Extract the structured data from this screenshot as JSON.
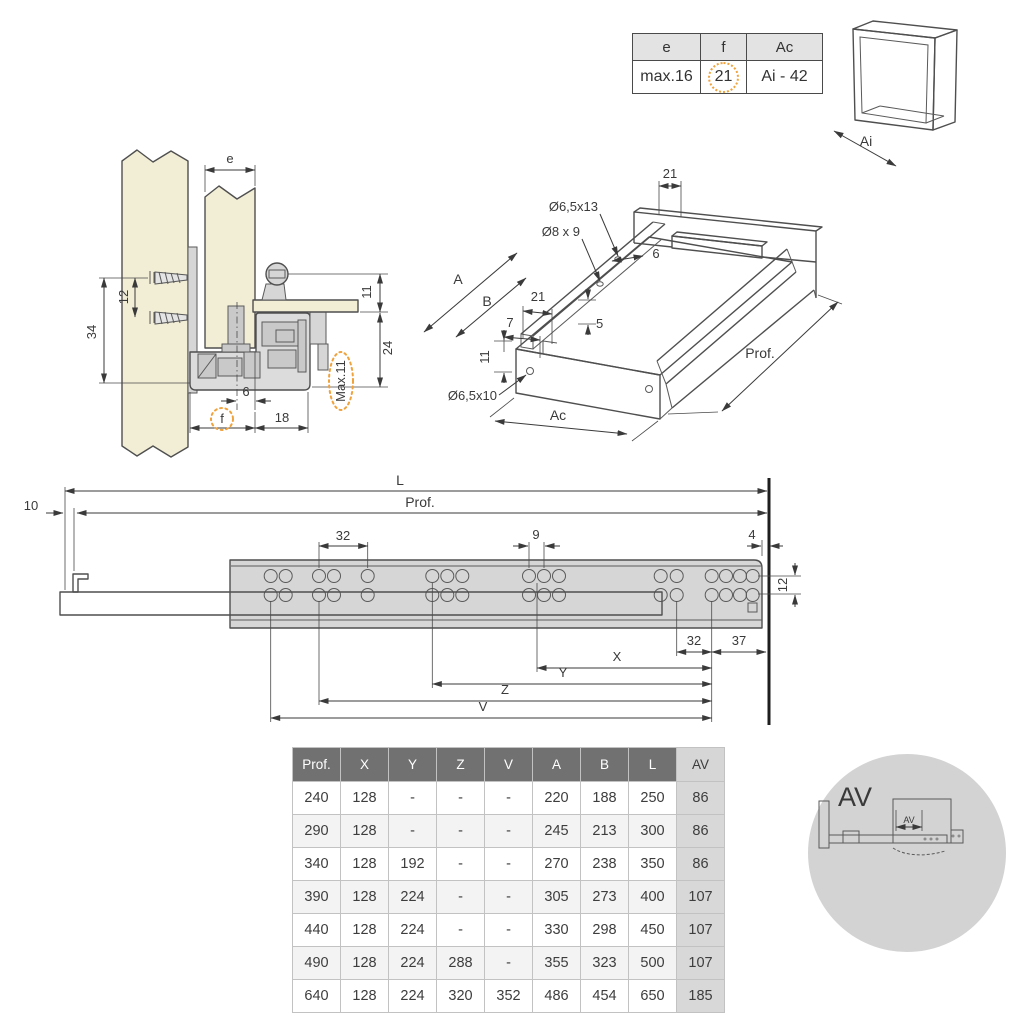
{
  "spec_table": {
    "headers": {
      "e": "e",
      "f": "f",
      "ac": "Ac"
    },
    "values": {
      "e": "max.16",
      "f": "21",
      "ac": "Ai - 42"
    }
  },
  "cabinet_diagram": {
    "inner_width_label": "Ai"
  },
  "cross_section": {
    "labels": {
      "panel_thickness_e": "e",
      "screw_spacing_12": "12",
      "height_34": "34",
      "clearance_11": "11",
      "depth_24": "24",
      "max_depth": "Max.11",
      "offset_6": "6",
      "recess_f": "f",
      "offset_18": "18"
    }
  },
  "isometric_view": {
    "labels": {
      "back_offset_21": "21",
      "hole_spec_1": "Ø6,5x13",
      "hole_spec_2": "Ø8 x 9",
      "rail_offset_6": "6",
      "dim_a": "A",
      "dim_b": "B",
      "front_offset_21": "21",
      "front_offset_7": "7",
      "rail_height_5": "5",
      "front_height_11": "11",
      "hole_spec_3": "Ø6,5x10",
      "dim_ac": "Ac",
      "dim_prof": "Prof."
    }
  },
  "side_view": {
    "labels": {
      "dim_l": "L",
      "dim_prof": "Prof.",
      "offset_10": "10",
      "hole_pitch_32": "32",
      "hole_pitch_9": "9",
      "gap_4": "4",
      "row_gap_12": "12",
      "end_32": "32",
      "end_37": "37",
      "dim_x": "X",
      "dim_y": "Y",
      "dim_z": "Z",
      "dim_v": "V"
    }
  },
  "main_table": {
    "headers": [
      "Prof.",
      "X",
      "Y",
      "Z",
      "V",
      "A",
      "B",
      "L",
      "AV"
    ],
    "rows": [
      [
        "240",
        "128",
        "-",
        "-",
        "-",
        "220",
        "188",
        "250",
        "86"
      ],
      [
        "290",
        "128",
        "-",
        "-",
        "-",
        "245",
        "213",
        "300",
        "86"
      ],
      [
        "340",
        "128",
        "192",
        "-",
        "-",
        "270",
        "238",
        "350",
        "86"
      ],
      [
        "390",
        "128",
        "224",
        "-",
        "-",
        "305",
        "273",
        "400",
        "107"
      ],
      [
        "440",
        "128",
        "224",
        "-",
        "-",
        "330",
        "298",
        "450",
        "107"
      ],
      [
        "490",
        "128",
        "224",
        "288",
        "-",
        "355",
        "323",
        "500",
        "107"
      ],
      [
        "640",
        "128",
        "224",
        "320",
        "352",
        "486",
        "454",
        "650",
        "185"
      ]
    ]
  },
  "av_detail": {
    "title": "AV",
    "dim_label": "AV"
  },
  "colors": {
    "wood": "#f2eed6",
    "metal_light": "#d6d6d6",
    "highlight_orange": "#f0a23c",
    "table_header_bg": "#717171",
    "accent_gray": "#d9d9d9"
  }
}
